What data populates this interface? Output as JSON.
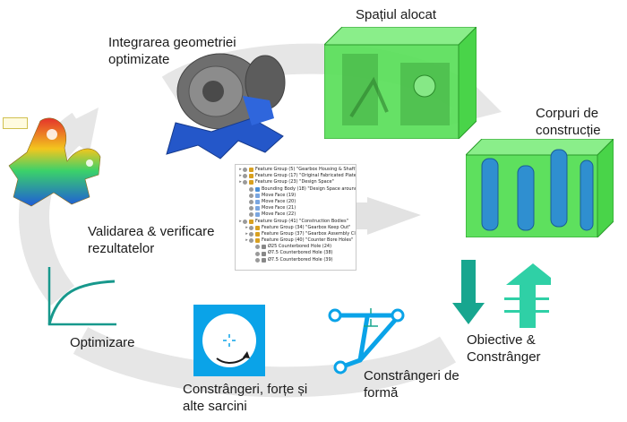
{
  "steps": {
    "allocated_space": "Spațiul alocat",
    "construction_bodies": "Corpuri de construcție",
    "integration": "Integrarea geometriei optimizate",
    "validation": "Validarea & verificare rezultatelor",
    "optimization": "Optimizare",
    "loads": "Constrângeri, forțe și alte sarcini",
    "shape_constraints": "Constrângeri de formă",
    "objective": "Obiective & Constrânger"
  },
  "feature_tree": [
    {
      "level": 0,
      "text": "Feature Group (5) \"Gearbox Housing & Shaft\"",
      "icon": "folder"
    },
    {
      "level": 0,
      "text": "Feature Group (17) \"Original Fabricated Plate Parts\"",
      "icon": "folder"
    },
    {
      "level": 0,
      "text": "Feature Group (23) \"Design Space\"",
      "icon": "folder"
    },
    {
      "level": 1,
      "text": "Bounding Body (18) \"Design Space around Original p",
      "icon": "body"
    },
    {
      "level": 1,
      "text": "Move Face (19)",
      "icon": "face"
    },
    {
      "level": 1,
      "text": "Move Face (20)",
      "icon": "face"
    },
    {
      "level": 1,
      "text": "Move Face (21)",
      "icon": "face"
    },
    {
      "level": 1,
      "text": "Move Face (22)",
      "icon": "face"
    },
    {
      "level": 0,
      "text": "Feature Group (41) \"Construction Bodies\"",
      "icon": "folder"
    },
    {
      "level": 1,
      "text": "Feature Group (34) \"Gearbox Keep Out\"",
      "icon": "folder"
    },
    {
      "level": 1,
      "text": "Feature Group (37) \"Gearbox Assembly Clearance\"",
      "icon": "folder"
    },
    {
      "level": 1,
      "text": "Feature Group (40) \"Counter Bore Holes\"",
      "icon": "folder"
    },
    {
      "level": 2,
      "text": "Ø25 Counterbored Hole (24)",
      "icon": "hole"
    },
    {
      "level": 2,
      "text": "Ø7.5 Counterbored Hole (38)",
      "icon": "hole"
    },
    {
      "level": 2,
      "text": "Ø7.5 Counterbored Hole (39)",
      "icon": "hole"
    }
  ],
  "colors": {
    "cycle_arrow": "#e4e4e4",
    "design_space_green": "#5ee05e",
    "part_blue": "#2457c9",
    "icon_blue": "#0aa3e8",
    "teal": "#17a68f",
    "curve_teal": "#17988c"
  }
}
